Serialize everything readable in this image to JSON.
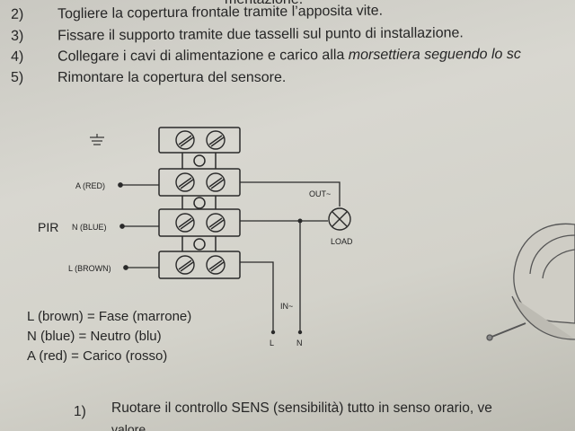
{
  "instructions": {
    "partial_top": "mentazione.",
    "steps": [
      {
        "number": "2)",
        "text": "Togliere la copertura frontale tramite l’apposita vite."
      },
      {
        "number": "3)",
        "text": "Fissare il supporto tramite due tasselli sul punto di installazione."
      },
      {
        "number": "4)",
        "text_plain": "Collegare i cavi di alimentazione e carico alla ",
        "text_italic": "morsettiera seguendo lo sc"
      },
      {
        "number": "5)",
        "text": "Rimontare la copertura del sensore."
      }
    ]
  },
  "diagram": {
    "device_label": "PIR",
    "wire_labels": [
      "A (RED)",
      "N (BLUE)",
      "L (BROWN)"
    ],
    "output_label": "OUT~",
    "load_label": "LOAD",
    "input_label": "IN~",
    "terminal_l": "L",
    "terminal_n": "N"
  },
  "legend": [
    "L (brown) = Fase (marrone)",
    "N (blue) = Neutro (blu)",
    "A (red) = Carico (rosso)"
  ],
  "sensitivity": {
    "number": "1)",
    "text": "Ruotare il controllo SENS (sensibilità) tutto in senso orario, ve",
    "partial_next": "valore"
  }
}
